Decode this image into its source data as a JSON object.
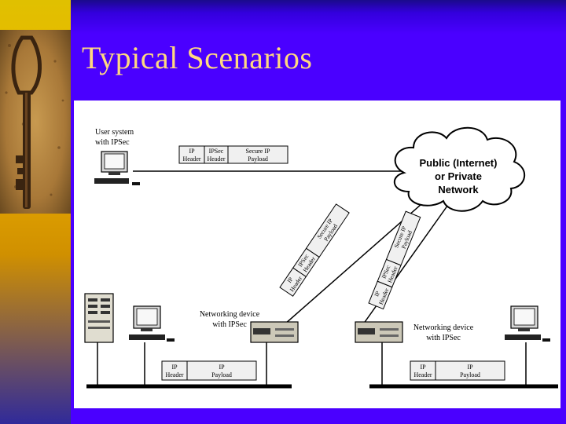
{
  "slide": {
    "title": "Typical Scenarios"
  },
  "diagram": {
    "user_system_label": [
      "User system",
      "with IPSec"
    ],
    "network_cloud_label": [
      "Public (Internet)",
      "or Private",
      "Network"
    ],
    "networking_device_left_label": [
      "Networking device",
      "with IPSec"
    ],
    "networking_device_right_label": [
      "Networking device",
      "with IPSec"
    ],
    "top_packet": [
      [
        "IP",
        "Header"
      ],
      [
        "IPSec",
        "Header"
      ],
      [
        "Secure IP",
        "Payload"
      ]
    ],
    "diagonal_packet_left": [
      [
        "IP",
        "Header"
      ],
      [
        "IPSec",
        "Header"
      ],
      [
        "Secure IP",
        "Payload"
      ]
    ],
    "diagonal_packet_right": [
      [
        "IP",
        "Header"
      ],
      [
        "IPSec",
        "Header"
      ],
      [
        "Secure IP",
        "Payload"
      ]
    ],
    "bottom_left_packet": [
      [
        "IP",
        "Header"
      ],
      [
        "IP",
        "Payload"
      ]
    ],
    "bottom_right_packet": [
      [
        "IP",
        "Header"
      ],
      [
        "IP",
        "Payload"
      ]
    ]
  },
  "colors": {
    "slide_background": "#4a00ff",
    "title_text": "#ffd880",
    "sidebar_gold": "#f0b400"
  }
}
